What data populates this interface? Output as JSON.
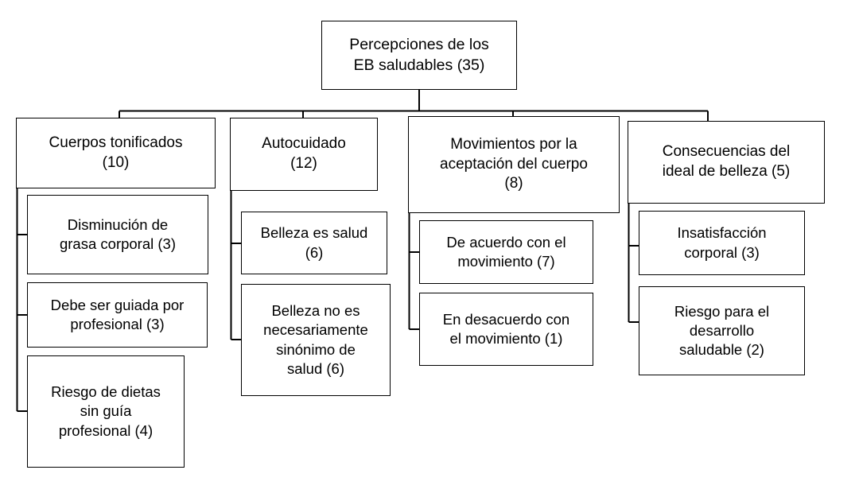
{
  "diagram": {
    "title": "Percepciones de los EB saludables",
    "type": "hierarchy-tree",
    "orientation": "top-down",
    "colors": {
      "background": "#ffffff",
      "box_fill": "#ffffff",
      "box_border": "#000000",
      "connector": "#000000",
      "text": "#000000"
    },
    "root": {
      "label": "Percepciones de los\nEB saludables (35)",
      "text": "Percepciones de los EB saludables",
      "count": 35
    },
    "categories": [
      {
        "label": "Cuerpos tonificados\n(10)",
        "text": "Cuerpos tonificados",
        "count": 10,
        "children": [
          {
            "label": "Disminución de\ngrasa corporal (3)",
            "text": "Disminución de grasa corporal",
            "count": 3
          },
          {
            "label": "Debe ser guiada por\nprofesional (3)",
            "text": "Debe ser guiada por profesional",
            "count": 3
          },
          {
            "label": "Riesgo de dietas\nsin guía\nprofesional (4)",
            "text": "Riesgo de dietas sin guía profesional",
            "count": 4
          }
        ]
      },
      {
        "label": "Autocuidado\n(12)",
        "text": "Autocuidado",
        "count": 12,
        "children": [
          {
            "label": "Belleza es salud\n(6)",
            "text": "Belleza es salud",
            "count": 6
          },
          {
            "label": "Belleza no es\nnecesariamente\nsinónimo de\nsalud (6)",
            "text": "Belleza no es necesariamente sinónimo de salud",
            "count": 6
          }
        ]
      },
      {
        "label": "Movimientos por la\naceptación del cuerpo\n(8)",
        "text": "Movimientos por la aceptación del cuerpo",
        "count": 8,
        "children": [
          {
            "label": "De acuerdo con el\nmovimiento (7)",
            "text": "De acuerdo con el movimiento",
            "count": 7
          },
          {
            "label": "En desacuerdo con\nel movimiento (1)",
            "text": "En desacuerdo con el movimiento",
            "count": 1
          }
        ]
      },
      {
        "label": "Consecuencias del\nideal de belleza (5)",
        "text": "Consecuencias del ideal de belleza",
        "count": 5,
        "children": [
          {
            "label": "Insatisfacción\ncorporal (3)",
            "text": "Insatisfacción corporal",
            "count": 3
          },
          {
            "label": "Riesgo para el\ndesarrollo\nsaludable (2)",
            "text": "Riesgo para el desarrollo saludable",
            "count": 2
          }
        ]
      }
    ]
  }
}
